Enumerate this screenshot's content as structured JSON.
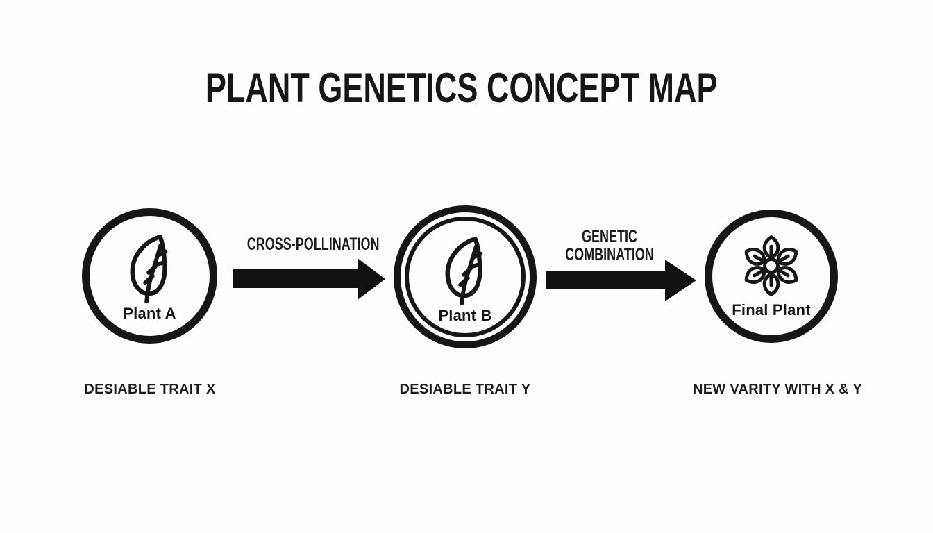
{
  "page": {
    "background_color": "#fdfdfd",
    "ink_color": "#161616"
  },
  "title": "PLANT GENETICS CONCEPT MAP",
  "nodes": [
    {
      "id": "plant-a",
      "label": "Plant A",
      "icon": "leaf-icon",
      "ring": "single",
      "caption": "DESIABLE TRAIT X"
    },
    {
      "id": "plant-b",
      "label": "Plant B",
      "icon": "leaf-icon",
      "ring": "double",
      "caption": "DESIABLE TRAIT Y"
    },
    {
      "id": "final-plant",
      "label": "Final Plant",
      "icon": "flower-icon",
      "ring": "single",
      "caption": "NEW VARITY WITH X & Y"
    }
  ],
  "arrows": [
    {
      "from": "plant-a",
      "to": "plant-b",
      "label": "CROSS-POLLINATION"
    },
    {
      "from": "plant-b",
      "to": "final-plant",
      "label": "GENETIC COMBINATION"
    }
  ]
}
